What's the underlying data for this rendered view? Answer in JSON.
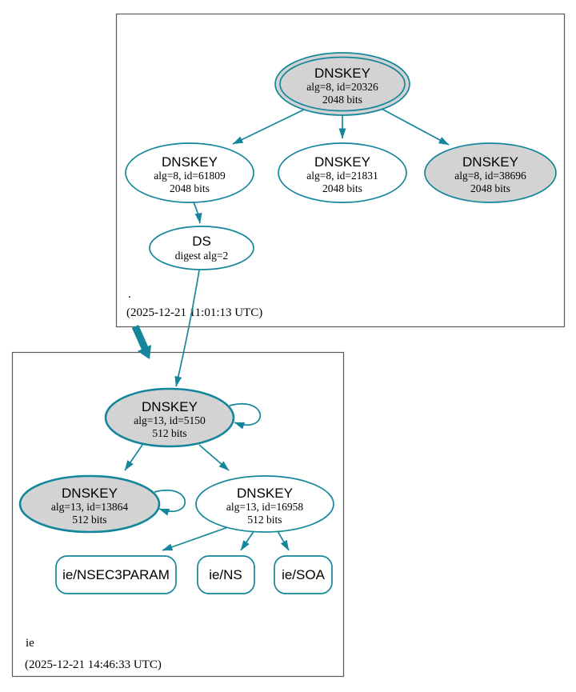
{
  "diagram": {
    "zones": {
      "root": {
        "name": ".",
        "timestamp": "(2025-12-21 11:01:13 UTC)"
      },
      "ie": {
        "name": "ie",
        "timestamp": "(2025-12-21 14:46:33 UTC)"
      }
    },
    "nodes": {
      "root_ksk": {
        "title": "DNSKEY",
        "detail1": "alg=8, id=20326",
        "detail2": "2048 bits"
      },
      "root_key1": {
        "title": "DNSKEY",
        "detail1": "alg=8, id=61809",
        "detail2": "2048 bits"
      },
      "root_key2": {
        "title": "DNSKEY",
        "detail1": "alg=8, id=21831",
        "detail2": "2048 bits"
      },
      "root_key3": {
        "title": "DNSKEY",
        "detail1": "alg=8, id=38696",
        "detail2": "2048 bits"
      },
      "ds": {
        "title": "DS",
        "detail1": "digest alg=2"
      },
      "ie_ksk": {
        "title": "DNSKEY",
        "detail1": "alg=13, id=5150",
        "detail2": "512 bits"
      },
      "ie_key1": {
        "title": "DNSKEY",
        "detail1": "alg=13, id=13864",
        "detail2": "512 bits"
      },
      "ie_key2": {
        "title": "DNSKEY",
        "detail1": "alg=13, id=16958",
        "detail2": "512 bits"
      }
    },
    "rrsets": {
      "nsec3param": {
        "label": "ie/NSEC3PARAM"
      },
      "ns": {
        "label": "ie/NS"
      },
      "soa": {
        "label": "ie/SOA"
      }
    },
    "colors": {
      "secure_edge": "#14869c",
      "sep_key_fill": "#d3d3d3",
      "key_fill": "#ffffff",
      "zone_box_border": "#5a5a5a",
      "text": "#000000"
    }
  }
}
